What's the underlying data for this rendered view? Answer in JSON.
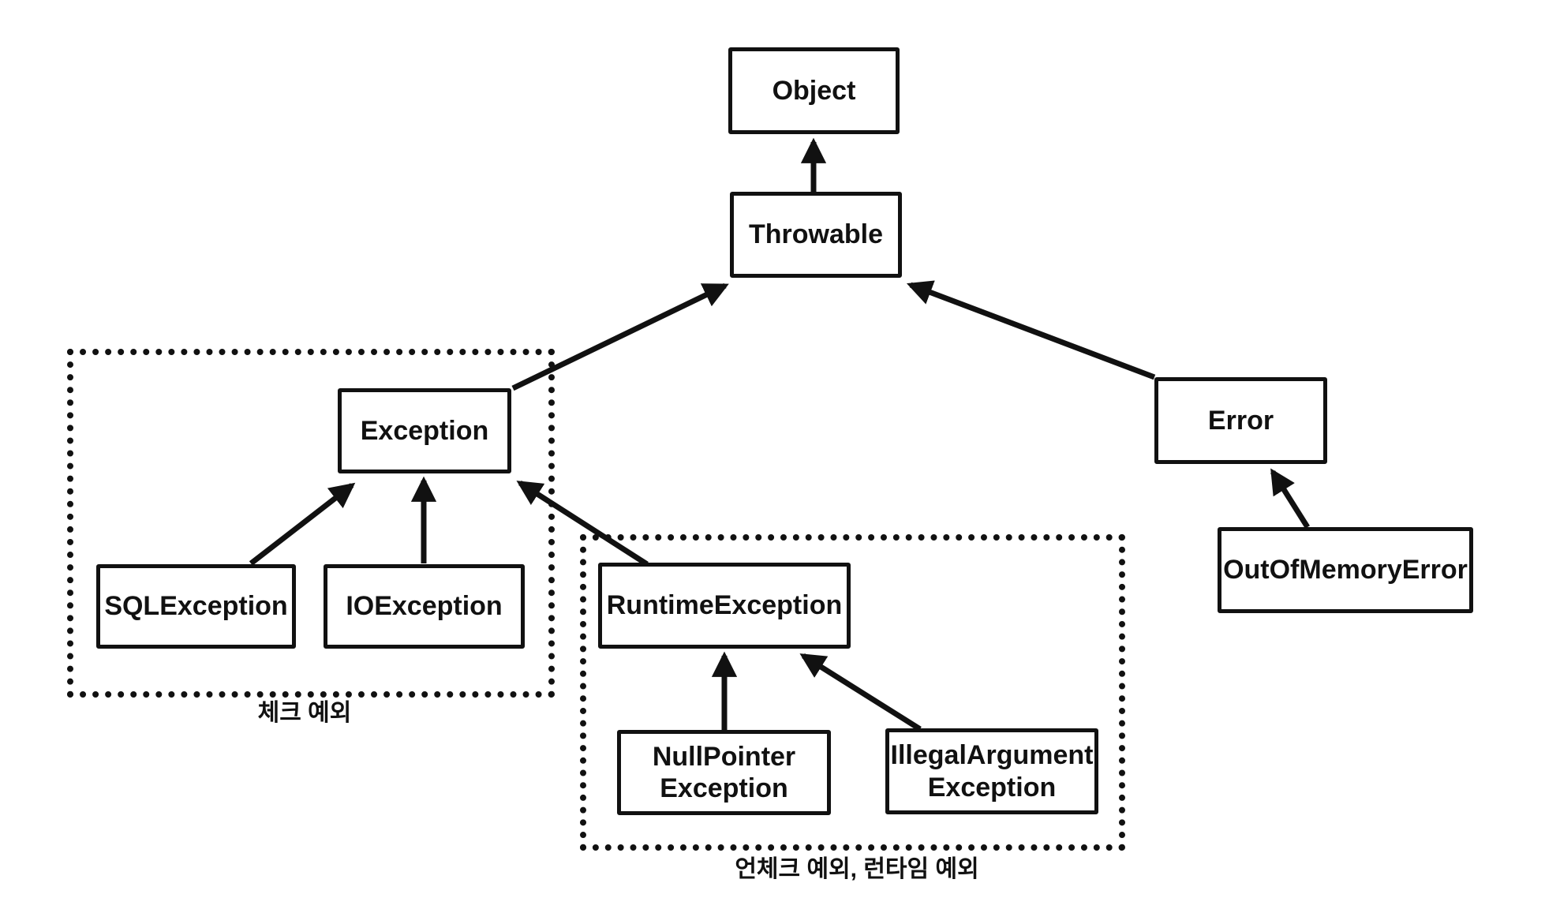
{
  "diagram": {
    "background_color": "#ffffff",
    "line_color": "#111111",
    "nodes": [
      {
        "id": "object",
        "label": "Object"
      },
      {
        "id": "throwable",
        "label": "Throwable"
      },
      {
        "id": "exception",
        "label": "Exception"
      },
      {
        "id": "error",
        "label": "Error"
      },
      {
        "id": "sql-exception",
        "label": "SQLException"
      },
      {
        "id": "io-exception",
        "label": "IOException"
      },
      {
        "id": "runtime-exception",
        "label": "RuntimeException"
      },
      {
        "id": "null-pointer-exception",
        "label": "NullPointer\nException"
      },
      {
        "id": "illegal-argument-exception",
        "label": "IllegalArgument\nException"
      },
      {
        "id": "out-of-memory-error",
        "label": "OutOfMemoryError"
      }
    ],
    "groups": [
      {
        "id": "checked-exceptions",
        "caption": "체크 예외"
      },
      {
        "id": "unchecked-exceptions",
        "caption": "언체크 예외, 런타임 예외"
      }
    ],
    "edges": [
      {
        "from": "throwable",
        "to": "object"
      },
      {
        "from": "exception",
        "to": "throwable"
      },
      {
        "from": "error",
        "to": "throwable"
      },
      {
        "from": "sql-exception",
        "to": "exception"
      },
      {
        "from": "io-exception",
        "to": "exception"
      },
      {
        "from": "runtime-exception",
        "to": "exception"
      },
      {
        "from": "null-pointer-exception",
        "to": "runtime-exception"
      },
      {
        "from": "illegal-argument-exception",
        "to": "runtime-exception"
      },
      {
        "from": "out-of-memory-error",
        "to": "error"
      }
    ]
  }
}
